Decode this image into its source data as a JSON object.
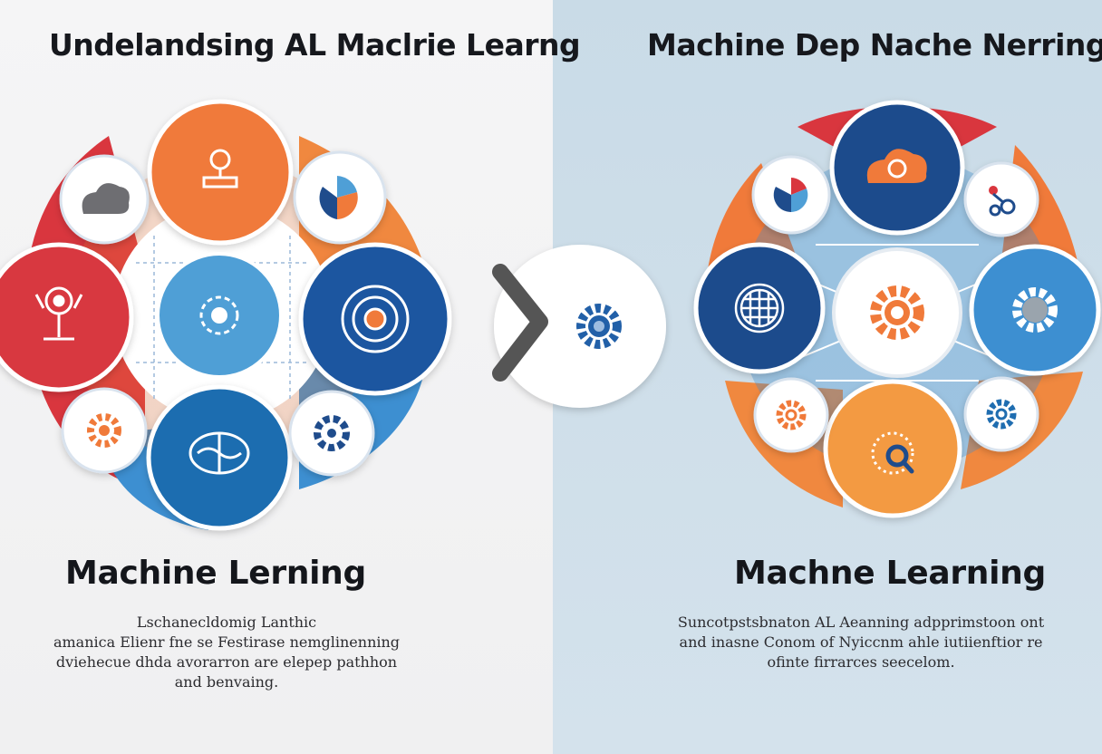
{
  "left": {
    "title": "Undelandsing AL Maclrie Learng",
    "subtitle": "Machine  Lerning",
    "description": [
      "Lschanecldomig Lanthic",
      "amanica Elienr fne se Festirase nemglinenning",
      "dviehecue dhda avorarron are elepep pathhon",
      "and benvaing."
    ]
  },
  "right": {
    "title": "Machine Dep Nache Nerring",
    "subtitle": "Machne Learning",
    "description": [
      "Suncotpstsbnaton AL Aeanning adpprimstoon ont",
      "and inasne Conom of Nyiccnm ahle iutiienftior re",
      "ofinte firrarces seecelom."
    ]
  },
  "colors": {
    "orange": "#f07a3a",
    "red": "#d9363e",
    "blue": "#3d8fd1",
    "navy": "#1f4c8c",
    "light_blue": "#4f9fd6",
    "gray_arrow": "#555555"
  },
  "icons": {
    "left_top": "stamp-icon",
    "left_center": "gear-brain-icon",
    "left_bottom": "brain-icon",
    "left_left": "lamp-icon",
    "left_right": "target-icon",
    "left_small_tl": "cloud-icon",
    "left_small_tr": "pie-chart-icon",
    "left_small_bl": "gear-icon",
    "left_small_br": "refresh-gear-icon",
    "arrow": "chevron-right-icon",
    "right_gear": "gear-icon",
    "right_top": "cloud-icon",
    "right_center": "gear-icon",
    "right_left": "globe-icon",
    "right_right": "gear-icon",
    "right_bottom": "search-icon",
    "right_small_tl": "pie-chart-icon",
    "right_small_tr": "network-icon",
    "right_small_bl": "gear-icon",
    "right_small_br": "gear-icon"
  }
}
